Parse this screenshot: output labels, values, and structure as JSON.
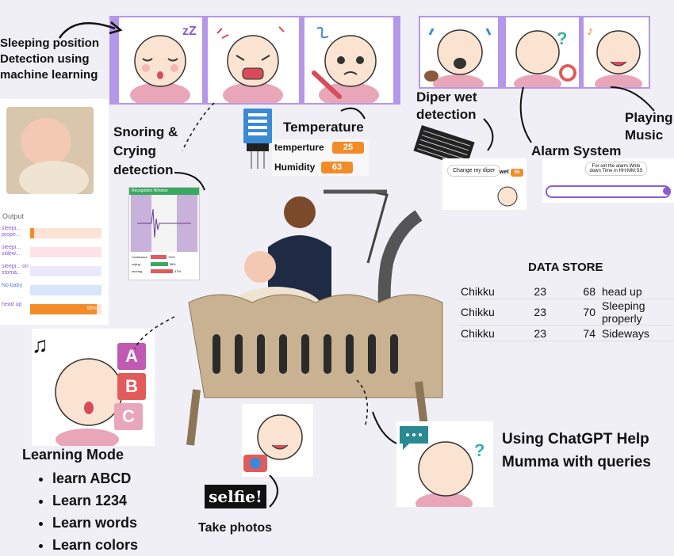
{
  "labels": {
    "sleeping_position": "Sleeping position Detection using machine  learning",
    "snoring_crying": "Snoring & Crying detection",
    "temperature": "Temperature",
    "diper_wet": "Diper wet detection",
    "playing_music": "Playing Music",
    "alarm_system": "Alarm System",
    "data_store": "DATA STORE",
    "learning_mode": "Learning Mode",
    "chatgpt": "Using ChatGPT Help Mumma with queries",
    "take_photos": "Take photos",
    "selfie": "selfie!"
  },
  "sensor": {
    "temperature_label": "temperture",
    "temperature_value": "25",
    "humidity_label": "Humidity",
    "humidity_value": "63"
  },
  "ml_output": {
    "title": "Output",
    "rows": [
      {
        "label": "sleepi... prope...",
        "fill": 0.05
      },
      {
        "label": "sleepi... sidew...",
        "fill": 0.0
      },
      {
        "label": "sleepi... on stoma...",
        "fill": 0.0
      },
      {
        "label": "No baby",
        "fill": 0.0
      },
      {
        "label": "head up",
        "fill": 0.93,
        "value": "93%"
      }
    ]
  },
  "audio_window": {
    "title": "Recognition Window",
    "rows": [
      {
        "label": "Cooktwave",
        "value": "34%"
      },
      {
        "label": "crying",
        "value": "36%"
      },
      {
        "label": "snoring",
        "value": "47%"
      }
    ]
  },
  "diper_chat": {
    "bubble": "Change my diper",
    "wet_label": "wet",
    "wet_value": "55"
  },
  "alarm_chat": {
    "bubble": "For set the alarm Write down Time in HH:MM:SS"
  },
  "data_store": {
    "rows": [
      [
        "Chikku",
        "23",
        "68",
        "head up"
      ],
      [
        "Chikku",
        "23",
        "70",
        "Sleeping properly"
      ],
      [
        "Chikku",
        "23",
        "74",
        "Sideways"
      ]
    ]
  },
  "learning": {
    "items": [
      "learn ABCD",
      "Learn 1234",
      "Learn words",
      "Learn colors"
    ],
    "blocks": [
      "A",
      "B",
      "C"
    ]
  },
  "colors": {
    "purple": "#b497e8",
    "orange": "#f28c28",
    "baby_pink": "#e8a6b8"
  }
}
